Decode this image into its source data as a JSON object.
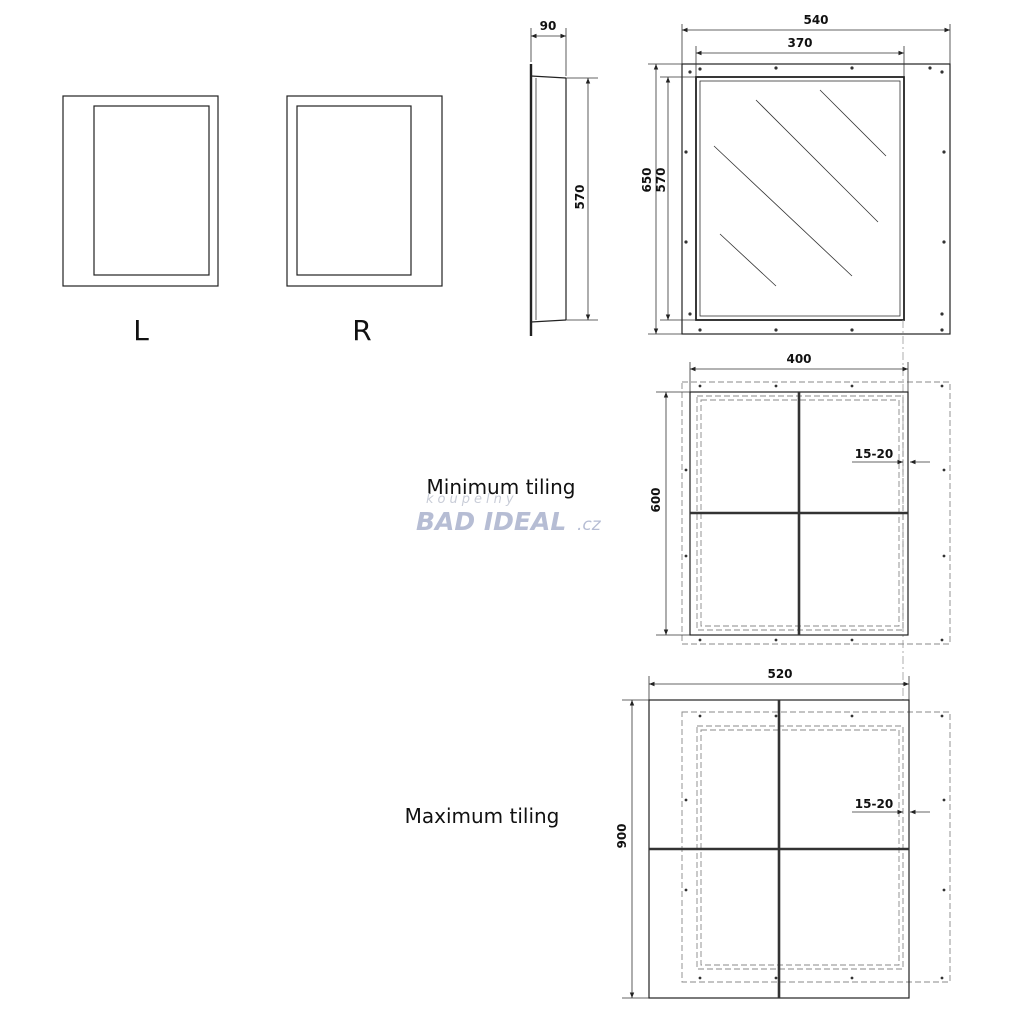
{
  "variants": {
    "left_label": "L",
    "right_label": "R"
  },
  "dimensions": {
    "side_depth": "90",
    "side_height": "570",
    "front_width_outer": "540",
    "front_width_inner": "370",
    "front_height_outer": "650",
    "front_height_inner": "570",
    "min_width": "400",
    "min_height": "600",
    "max_width": "520",
    "max_height": "900",
    "gap_min": "15-20",
    "gap_max": "15-20"
  },
  "labels": {
    "minimum_tiling": "Minimum tiling",
    "maximum_tiling": "Maximum tiling"
  },
  "watermark": {
    "line1": "koupelny",
    "line2": "BAD IDEAL",
    "line3": ".cz"
  }
}
